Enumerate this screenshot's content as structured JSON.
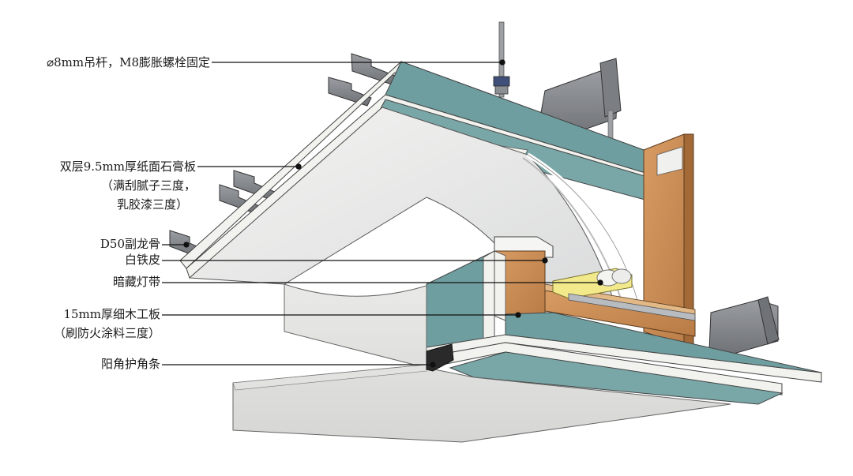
{
  "labels": {
    "hanger": "⌀8mm吊杆，M8膨胀螺栓固定",
    "gypsum_line1": "双层9.5mm厚纸面石膏板",
    "gypsum_line2": "（满刮腻子三度，",
    "gypsum_line3": "乳胶漆三度）",
    "keel": "D50副龙骨",
    "iron_sheet": "白铁皮",
    "light_strip": "暗藏灯带",
    "wood_line1": "15mm厚细木工板",
    "wood_line2": "（刷防火涂料三度）",
    "corner_strip": "阳角护角条"
  },
  "colors": {
    "board_face": "#6f9ea0",
    "board_edge": "#f2f2ee",
    "plaster_white": "#eeeeec",
    "wood": "#c98c57",
    "steel": "#8a8d92",
    "lamp": "#f1e98a",
    "leader": "#111111"
  }
}
